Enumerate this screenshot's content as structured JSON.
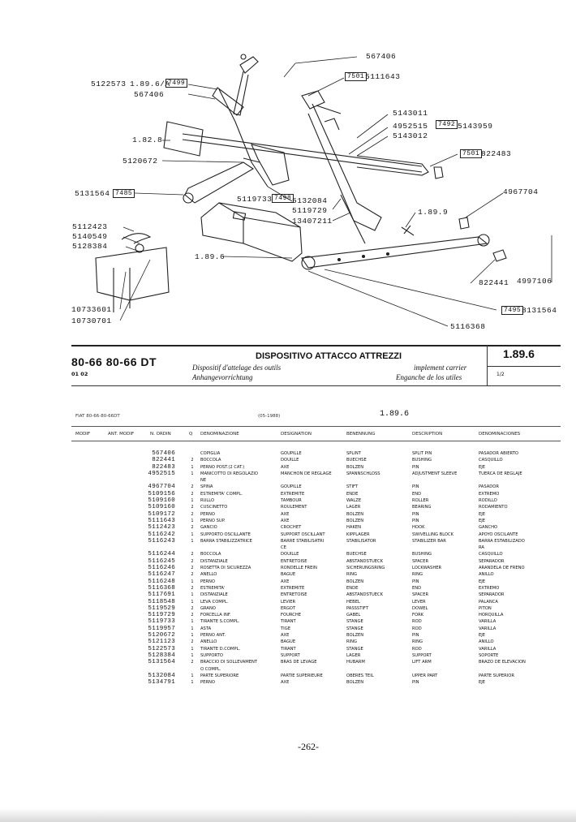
{
  "callouts": {
    "a": "567406",
    "b_ref": "7501",
    "b": "5111643",
    "c1": "5122573",
    "c2": "1.89.6/A",
    "c_ref": "7499",
    "d": "567406",
    "e1": "5143011",
    "e2": "4952515",
    "e_ref": "7492",
    "e3": "5143959",
    "e4": "5143012",
    "f": "1.82.8",
    "g_ref": "7501",
    "g": "822483",
    "h": "5120672",
    "i": "5131564",
    "i_ref": "7485",
    "j1": "5119733",
    "j_ref": "7498",
    "j2": "5132084",
    "k": "4967704",
    "l": "5119729",
    "m": "1.89.9",
    "n": "13407211",
    "o1": "5112423",
    "o2": "5140549",
    "o3": "5128384",
    "p": "1.89.6",
    "q1": "822441",
    "q2": "4997106",
    "r1": "10733601",
    "r2": "10730701",
    "s_ref": "7495",
    "s": "8131564",
    "t": "5116368"
  },
  "header": {
    "model": "80-66 80-66 DT",
    "sub": "01 02",
    "title": "DISPOSITIVO ATTACCO ATTREZZI",
    "fr": "Dispositif d'attelage des outils",
    "en": "implement carrier",
    "de": "Anhangevorrichtung",
    "es": "Enganche de los utiles",
    "code": "1.89.6",
    "page": "1/2"
  },
  "list_header": {
    "fiat": "FIAT 80-66-80-66DT",
    "date": "(05-1988)",
    "code": "1.89.6",
    "col_modif": "MODIF",
    "col_ant": "ANT. MODIF",
    "col_ordin": "N. ORDIN",
    "col_q": "Q",
    "col_it": "DENOMINAZIONE",
    "col_fr": "DESIGNATION",
    "col_de": "BENENNUNG",
    "col_en": "DESCRIPTION",
    "col_es": "DENOMINACIONES"
  },
  "parts": [
    {
      "num": "567406",
      "q": "",
      "it": "COPIGLIA",
      "fr": "GOUPILLE",
      "de": "SPLINT",
      "en": "SPLIT PIN",
      "es": "PASADOR ABIERTO"
    },
    {
      "num": "822441",
      "q": "2",
      "it": "BOCCOLA",
      "fr": "DOUILLE",
      "de": "BUECHSE",
      "en": "BUSHING",
      "es": "CASQUILLO"
    },
    {
      "num": "822483",
      "q": "1",
      "it": "PERNO POST.(2 CAT.)",
      "fr": "AXE",
      "de": "BOLZEN",
      "en": "PIN",
      "es": "EJE"
    },
    {
      "num": "4952515",
      "q": "1",
      "it": "MANICOTTO DI REGOLAZIO",
      "fr": "MANCHON DE REGLAGE",
      "de": "SPANNSCHLOSS",
      "en": "ADJUSTMENT SLEEVE",
      "es": "TUERCA DE REGLAJE"
    },
    {
      "num": "",
      "q": "",
      "it": "NE",
      "fr": "",
      "de": "",
      "en": "",
      "es": ""
    },
    {
      "num": "4967704",
      "q": "2",
      "it": "SPINA",
      "fr": "GOUPILLE",
      "de": "STIFT",
      "en": "PIN",
      "es": "PASADOR"
    },
    {
      "num": "5109156",
      "q": "2",
      "it": "ESTREMITA' COMPL.",
      "fr": "EXTREMITE",
      "de": "ENDE",
      "en": "END",
      "es": "EXTREMO"
    },
    {
      "num": "5109160",
      "q": "1",
      "it": "RULLO",
      "fr": "TAMBOUR",
      "de": "WALZE",
      "en": "ROLLER",
      "es": "RODILLO"
    },
    {
      "num": "5109160",
      "q": "2",
      "it": "CUSCINETTO",
      "fr": "ROULEMENT",
      "de": "LAGER",
      "en": "BEARING",
      "es": "RODAMIENTO"
    },
    {
      "num": "5109172",
      "q": "2",
      "it": "PERNO",
      "fr": "AXE",
      "de": "BOLZEN",
      "en": "PIN",
      "es": "EJE"
    },
    {
      "num": "5111643",
      "q": "1",
      "it": "PERNO SUP.",
      "fr": "AXE",
      "de": "BOLZEN",
      "en": "PIN",
      "es": "EJE"
    },
    {
      "num": "5112423",
      "q": "2",
      "it": "GANCIO",
      "fr": "CROCHET",
      "de": "HAKEN",
      "en": "HOOK",
      "es": "GANCHO"
    },
    {
      "num": "5116242",
      "q": "1",
      "it": "SUPPORTO OSCILLANTE",
      "fr": "SUPPORT OSCILLANT",
      "de": "KIPPLAGER",
      "en": "SWIVELLING BLOCK",
      "es": "APOYO OSCILANTE"
    },
    {
      "num": "5116243",
      "q": "1",
      "it": "BARRA STABILIZZATRICE",
      "fr": "BARRE STABILISATRI",
      "de": "STABILISATOR",
      "en": "STABILIZER BAR",
      "es": "BARRA ESTABILIZADO"
    },
    {
      "num": "",
      "q": "",
      "it": "",
      "fr": "CE",
      "de": "",
      "en": "",
      "es": "RA"
    },
    {
      "num": "5116244",
      "q": "2",
      "it": "BOCCOLA",
      "fr": "DOUILLE",
      "de": "BUECHSE",
      "en": "BUSHING",
      "es": "CASQUILLO"
    },
    {
      "num": "5116245",
      "q": "2",
      "it": "DISTANZIALE",
      "fr": "ENTRETOISE",
      "de": "ABSTANDSTUECK",
      "en": "SPACER",
      "es": "SEPARADOR"
    },
    {
      "num": "5116246",
      "q": "2",
      "it": "ROSETTA DI SICUREZZA",
      "fr": "RONDELLE FREIN",
      "de": "SICHERUNGSRING",
      "en": "LOCKWASHER",
      "es": "ARANDELA DE FRENO"
    },
    {
      "num": "5116247",
      "q": "2",
      "it": "ANELLO",
      "fr": "BAGUE",
      "de": "RING",
      "en": "RING",
      "es": "ANILLO"
    },
    {
      "num": "5116248",
      "q": "1",
      "it": "PERNO",
      "fr": "AXE",
      "de": "BOLZEN",
      "en": "PIN",
      "es": "EJE"
    },
    {
      "num": "5116368",
      "q": "2",
      "it": "ESTREMITA'",
      "fr": "EXTREMITE",
      "de": "ENDE",
      "en": "END",
      "es": "EXTREMO"
    },
    {
      "num": "5117691",
      "q": "1",
      "it": "DISTANZIALE",
      "fr": "ENTRETOISE",
      "de": "ABSTANDSTUECK",
      "en": "SPACER",
      "es": "SEPARADOR"
    },
    {
      "num": "5118548",
      "q": "1",
      "it": "LEVA COMPL.",
      "fr": "LEVIER",
      "de": "HEBEL",
      "en": "LEVER",
      "es": "PALANCA"
    },
    {
      "num": "5119529",
      "q": "2",
      "it": "GRANO",
      "fr": "ERGOT",
      "de": "PASSSTIFT",
      "en": "DOWEL",
      "es": "PITON"
    },
    {
      "num": "5119729",
      "q": "2",
      "it": "FORCELLA INF.",
      "fr": "FOURCHE",
      "de": "GABEL",
      "en": "FORK",
      "es": "HORQUILLA"
    },
    {
      "num": "5119733",
      "q": "1",
      "it": "TIRANTE S.COMPL.",
      "fr": "TIRANT",
      "de": "STANGE",
      "en": "ROD",
      "es": "VARILLA"
    },
    {
      "num": "5119957",
      "q": "1",
      "it": "ASTA",
      "fr": "TIGE",
      "de": "STANGE",
      "en": "ROD",
      "es": "VARILLA"
    },
    {
      "num": "5120672",
      "q": "1",
      "it": "PERNO ANT.",
      "fr": "AXE",
      "de": "BOLZEN",
      "en": "PIN",
      "es": "EJE"
    },
    {
      "num": "5121123",
      "q": "2",
      "it": "ANELLO",
      "fr": "BAGUE",
      "de": "RING",
      "en": "RING",
      "es": "ANILLO"
    },
    {
      "num": "5122573",
      "q": "1",
      "it": "TIRANTE D.COMPL.",
      "fr": "TIRANT",
      "de": "STANGE",
      "en": "ROD",
      "es": "VARILLA"
    },
    {
      "num": "5128384",
      "q": "1",
      "it": "SUPPORTO",
      "fr": "SUPPORT",
      "de": "LAGER",
      "en": "SUPPORT",
      "es": "SOPORTE"
    },
    {
      "num": "5131564",
      "q": "2",
      "it": "BRACCIO DI SOLLEVAMENT",
      "fr": "BRAS DE LEVAGE",
      "de": "HUBARM",
      "en": "LIFT ARM",
      "es": "BRAZO DE ELEVACION"
    },
    {
      "num": "",
      "q": "",
      "it": "O COMPL.",
      "fr": "",
      "de": "",
      "en": "",
      "es": ""
    },
    {
      "num": "5132084",
      "q": "1",
      "it": "PARTE SUPERIORE",
      "fr": "PARTIE SUPERIEURE",
      "de": "OBERES TEIL",
      "en": "UPPER PART",
      "es": "PARTE SUPERIOR"
    },
    {
      "num": "5134791",
      "q": "1",
      "it": "PERNO",
      "fr": "AXE",
      "de": "BOLZEN",
      "en": "PIN",
      "es": "EJE"
    }
  ],
  "page_number": "-262-"
}
